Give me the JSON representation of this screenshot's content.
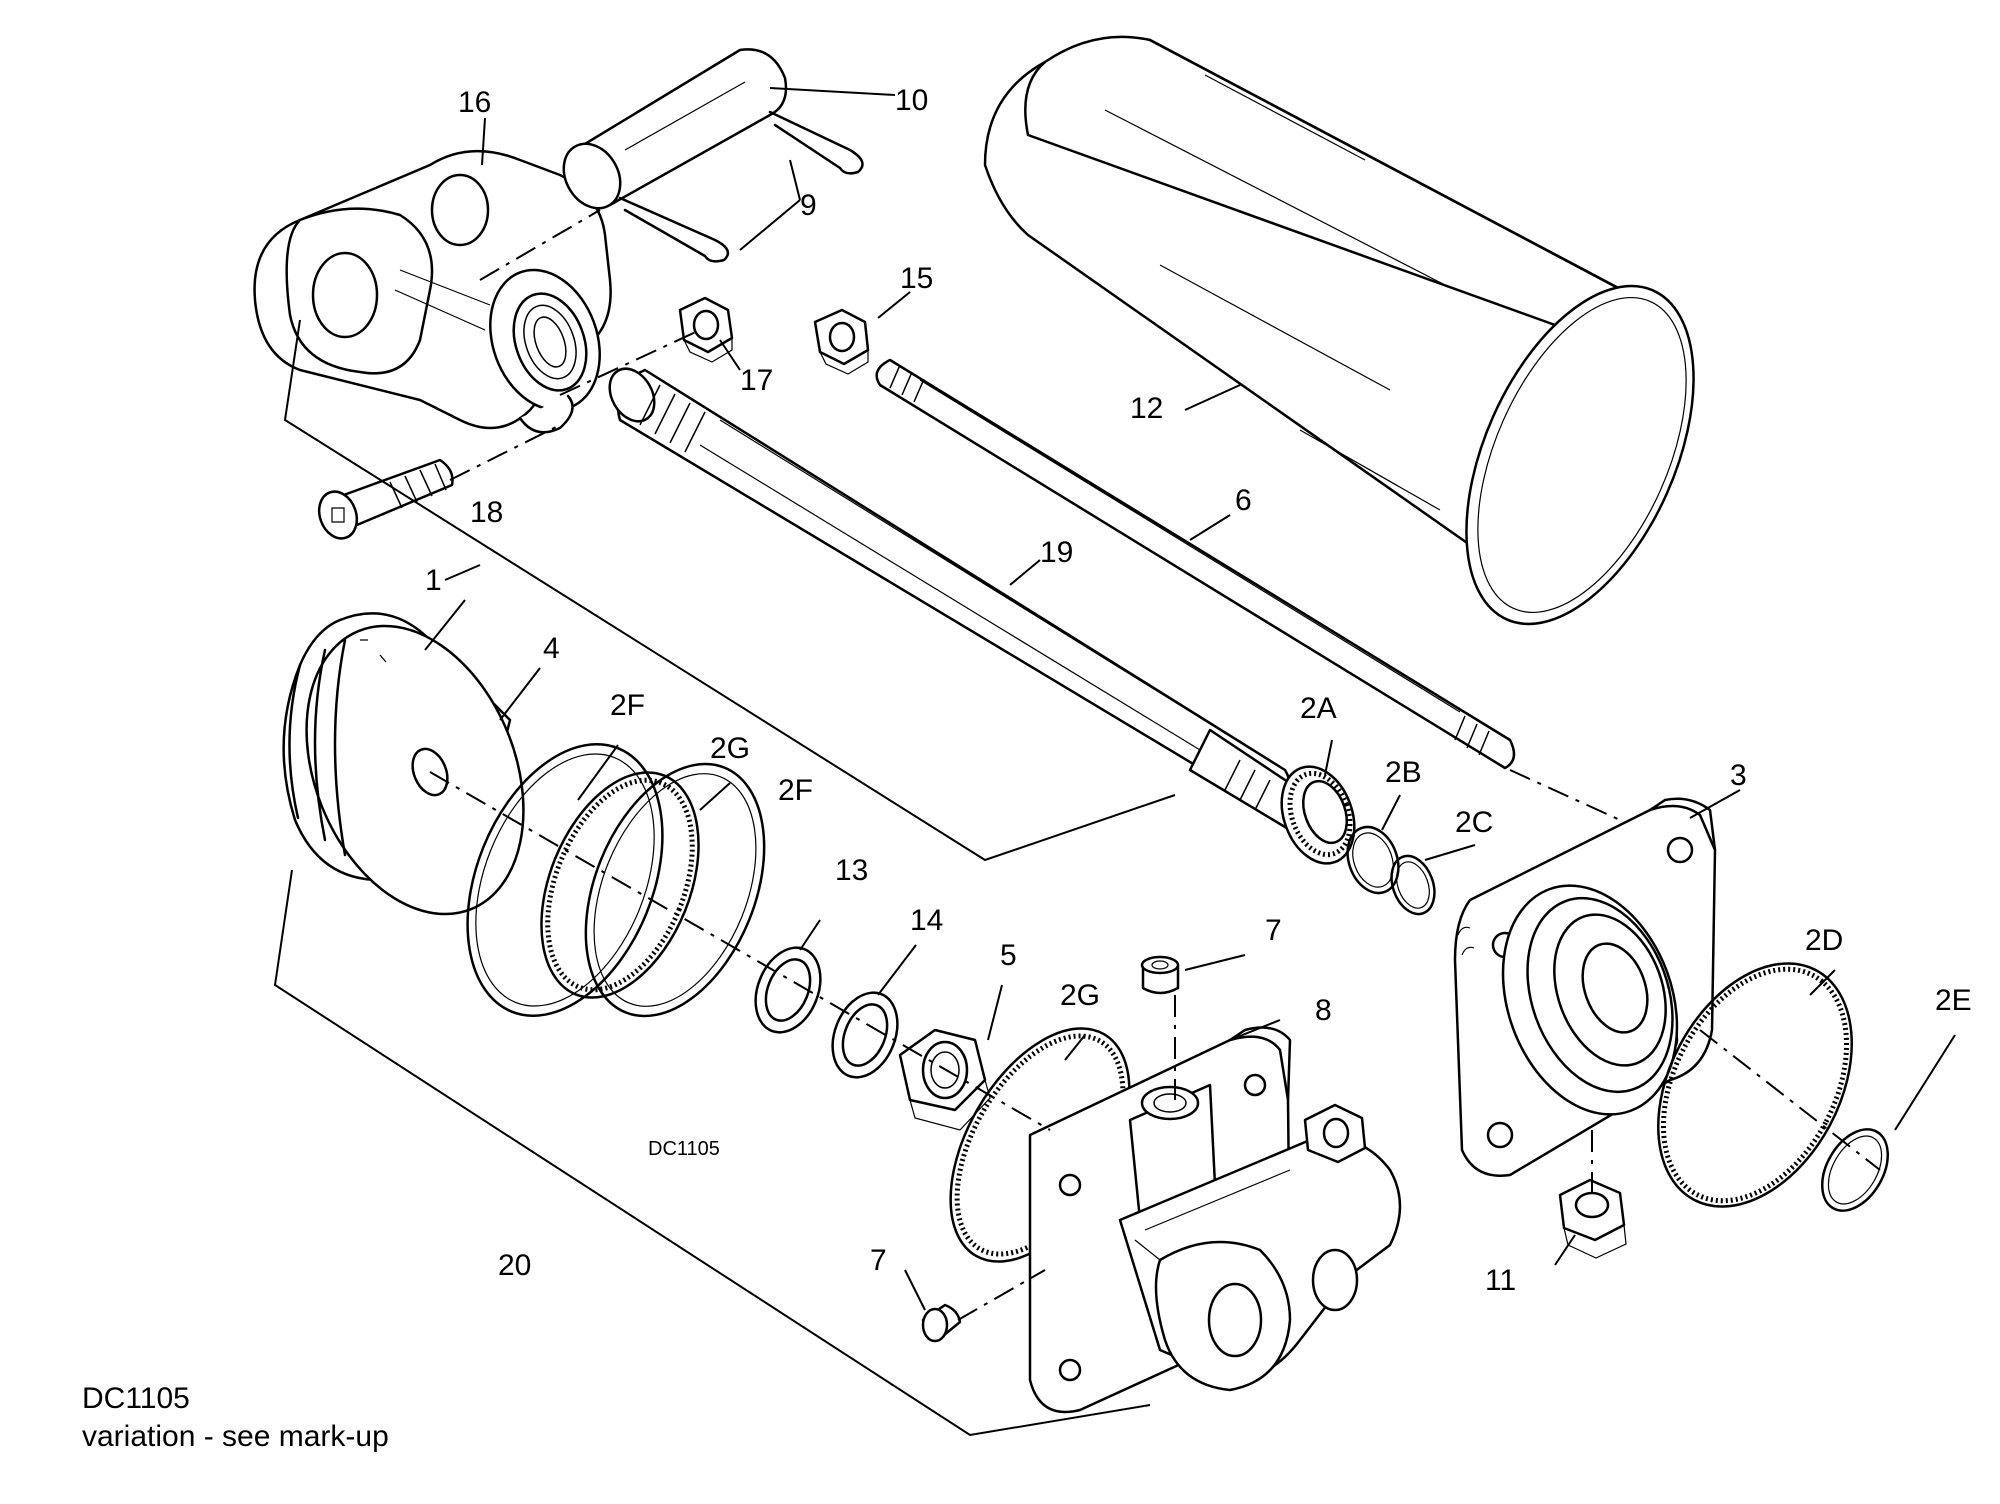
{
  "drawing_code": "DC1105",
  "caption": {
    "line1": "DC1105",
    "line2": "variation - see mark-up"
  },
  "callouts": {
    "c1": "1",
    "c2A": "2A",
    "c2B": "2B",
    "c2C": "2C",
    "c2D": "2D",
    "c2E": "2E",
    "c2F_outer": "2F",
    "c2F_inner": "2F",
    "c2G_upper": "2G",
    "c2G_lower": "2G",
    "c3": "3",
    "c4": "4",
    "c5": "5",
    "c6": "6",
    "c7_upper": "7",
    "c7_lower": "7",
    "c8": "8",
    "c9": "9",
    "c10": "10",
    "c11": "11",
    "c12": "12",
    "c13": "13",
    "c14": "14",
    "c15": "15",
    "c16": "16",
    "c17": "17",
    "c18": "18",
    "c19": "19",
    "c20": "20"
  }
}
